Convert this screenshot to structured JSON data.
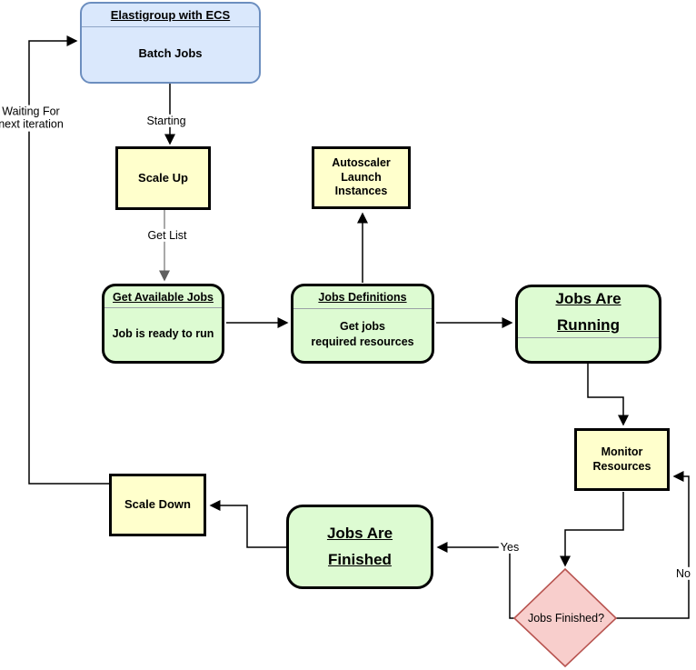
{
  "nodes": {
    "elastigroup": {
      "title": "Elastigroup with ECS",
      "body": "Batch Jobs"
    },
    "scale_up": {
      "label": "Scale Up"
    },
    "autoscaler": {
      "label": "Autoscaler\nLaunch\nInstances"
    },
    "get_available_jobs": {
      "title": "Get Available Jobs",
      "body": "Job is ready to run"
    },
    "jobs_definitions": {
      "title": "Jobs Definitions",
      "body": "Get jobs\nrequired resources"
    },
    "jobs_running": {
      "title": "Jobs Are\nRunning"
    },
    "monitor_resources": {
      "label": "Monitor\nResources"
    },
    "jobs_finished_decision": {
      "label": "Jobs Finished?"
    },
    "jobs_finished": {
      "title": "Jobs Are\nFinished"
    },
    "scale_down": {
      "label": "Scale Down"
    }
  },
  "edge_labels": {
    "starting": "Starting",
    "get_list": "Get List",
    "yes": "Yes",
    "no": "No",
    "waiting": "Waiting For\nnext iteration"
  },
  "colors": {
    "process_fill": "#ffffcc",
    "process_border": "#000000",
    "container_fill": "#ddfbd2",
    "container_border": "#000000",
    "start_fill": "#dae8fc",
    "start_border": "#6c8ebf",
    "decision_fill": "#f8cecc",
    "decision_border": "#b85450",
    "edge_color": "#000000",
    "edge_gray": "#8c8c8c"
  }
}
